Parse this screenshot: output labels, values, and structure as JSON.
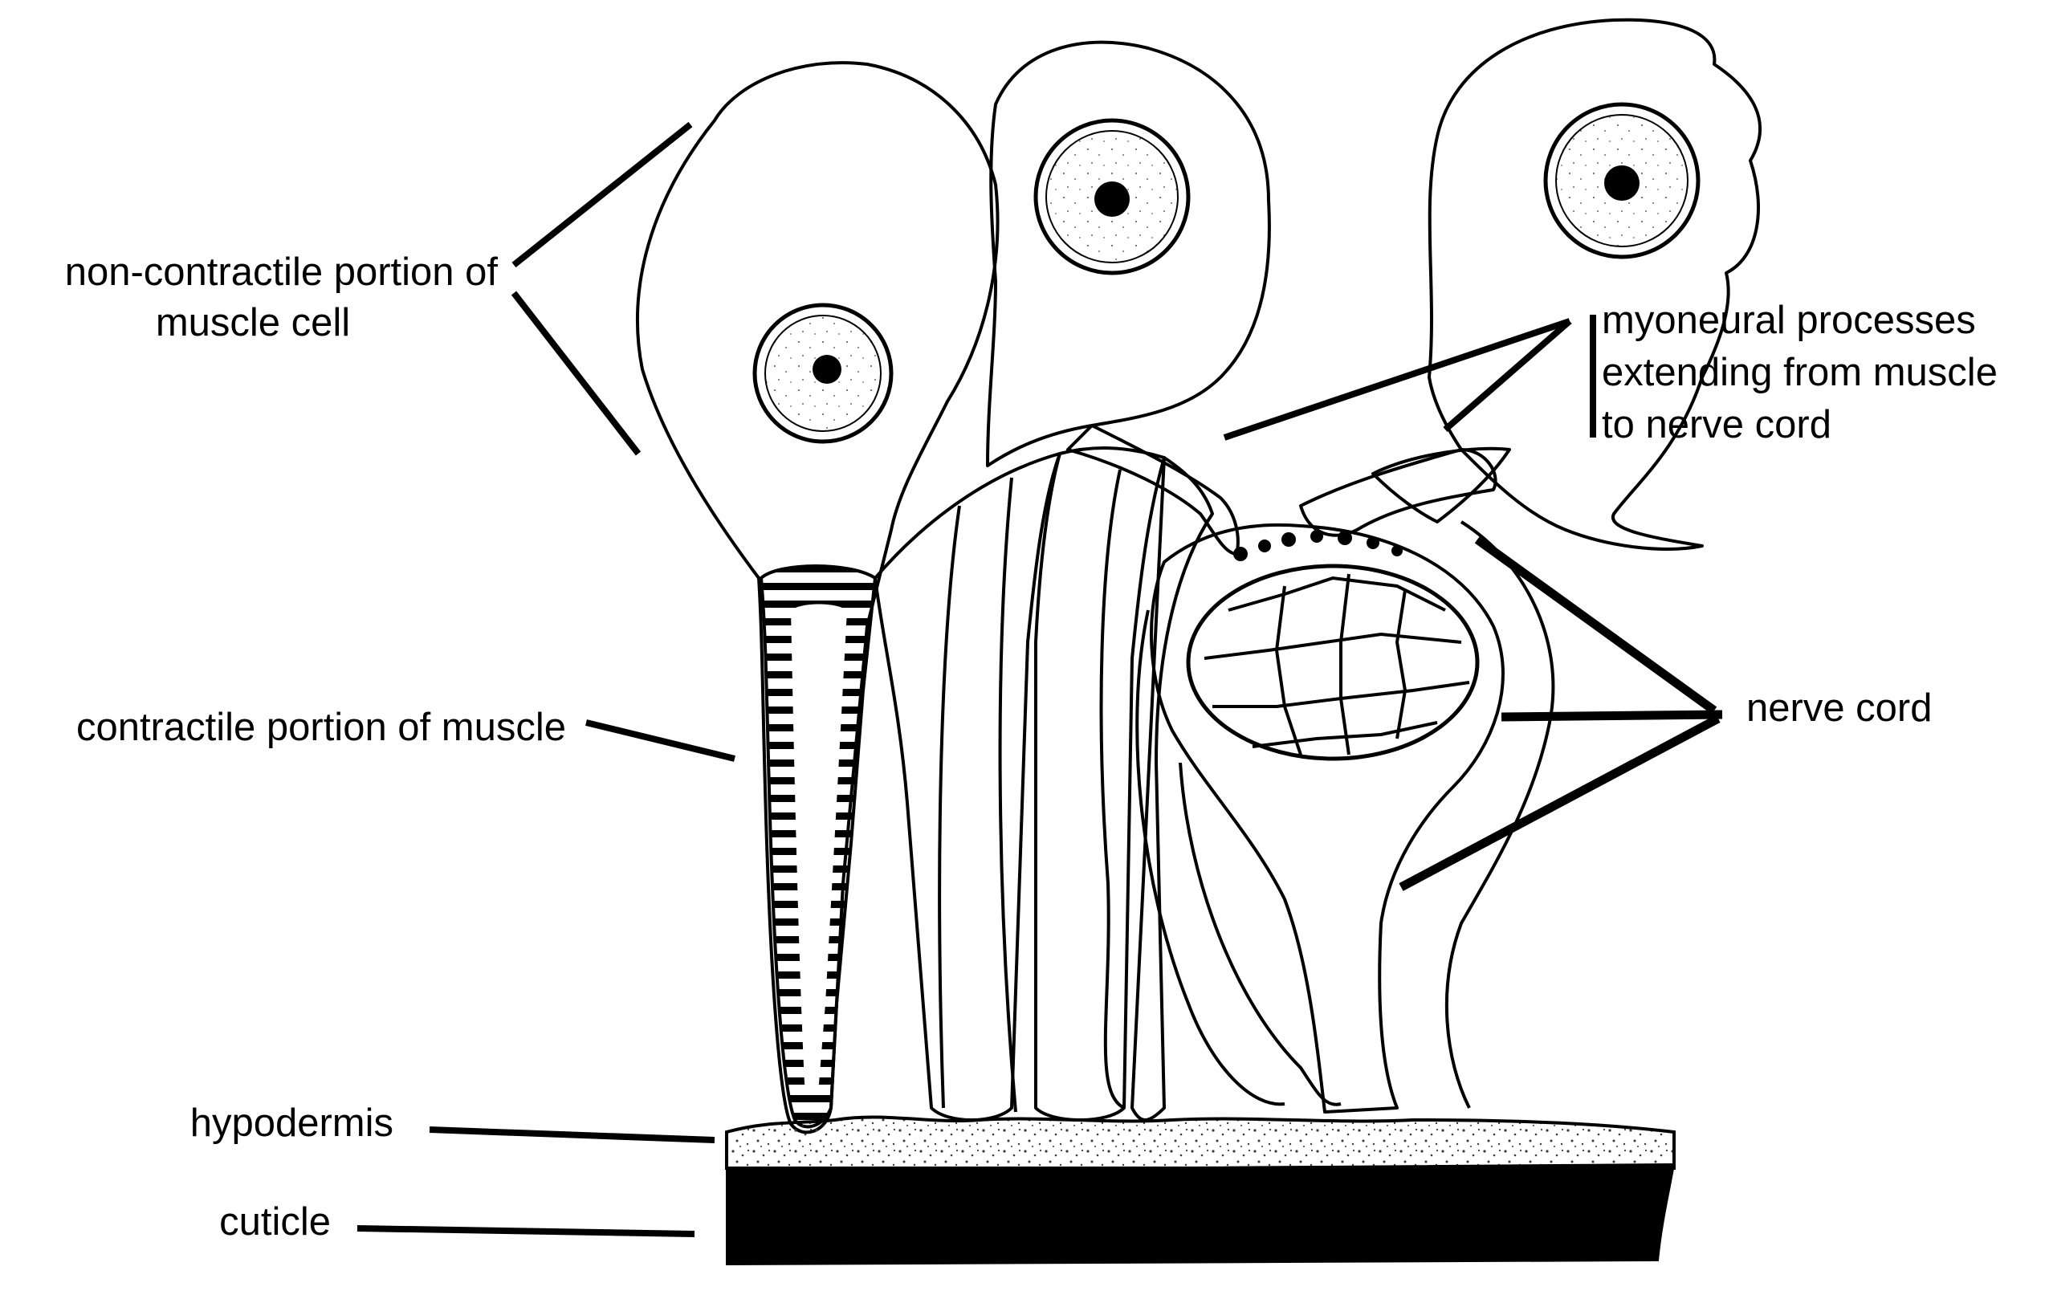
{
  "labels": {
    "non_contractile_line1": "non-contractile portion of",
    "non_contractile_line2": "muscle cell",
    "contractile": "contractile portion of muscle",
    "hypodermis": "hypodermis",
    "cuticle": "cuticle",
    "myoneural_line1": "myoneural processes",
    "myoneural_line2": "extending from muscle",
    "myoneural_line3": "to nerve cord",
    "nerve_cord": "nerve cord"
  },
  "colors": {
    "ink": "#000000",
    "paper": "#ffffff",
    "stipple": "#3a3a3a"
  }
}
